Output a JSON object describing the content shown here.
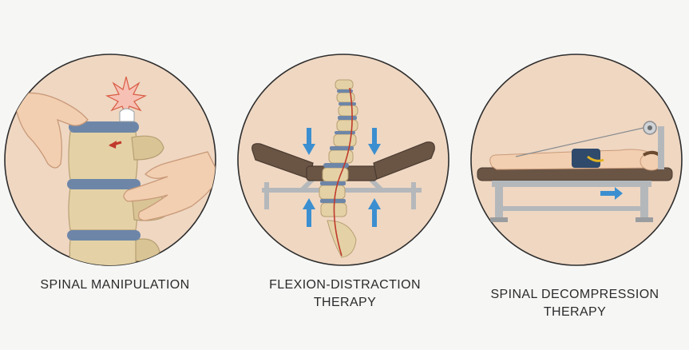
{
  "panels": [
    {
      "caption_lines": [
        "SPINAL MANIPULATION"
      ]
    },
    {
      "caption_lines": [
        "FLEXION-DISTRACTION",
        "THERAPY"
      ]
    },
    {
      "caption_lines": [
        "SPINAL DECOMPRESSION",
        "THERAPY"
      ]
    }
  ],
  "colors": {
    "background": "#f6f6f5",
    "circle_fill": "#efd7c2",
    "circle_stroke": "#2d2d2d",
    "bone": "#e4d2a6",
    "bone_shadow": "#c9b48a",
    "disc": "#6d86a8",
    "skin": "#f2cfb0",
    "table_pad": "#6a5545",
    "table_frame": "#b5b8bb",
    "arrow": "#3b8fd0",
    "nerve": "#c0392b",
    "text": "#2b2b2b"
  },
  "icons": [
    "impact-burst-icon",
    "force-arrow-icon",
    "compression-arrow-icon",
    "traction-pulley-icon",
    "motion-arrow-icon"
  ]
}
